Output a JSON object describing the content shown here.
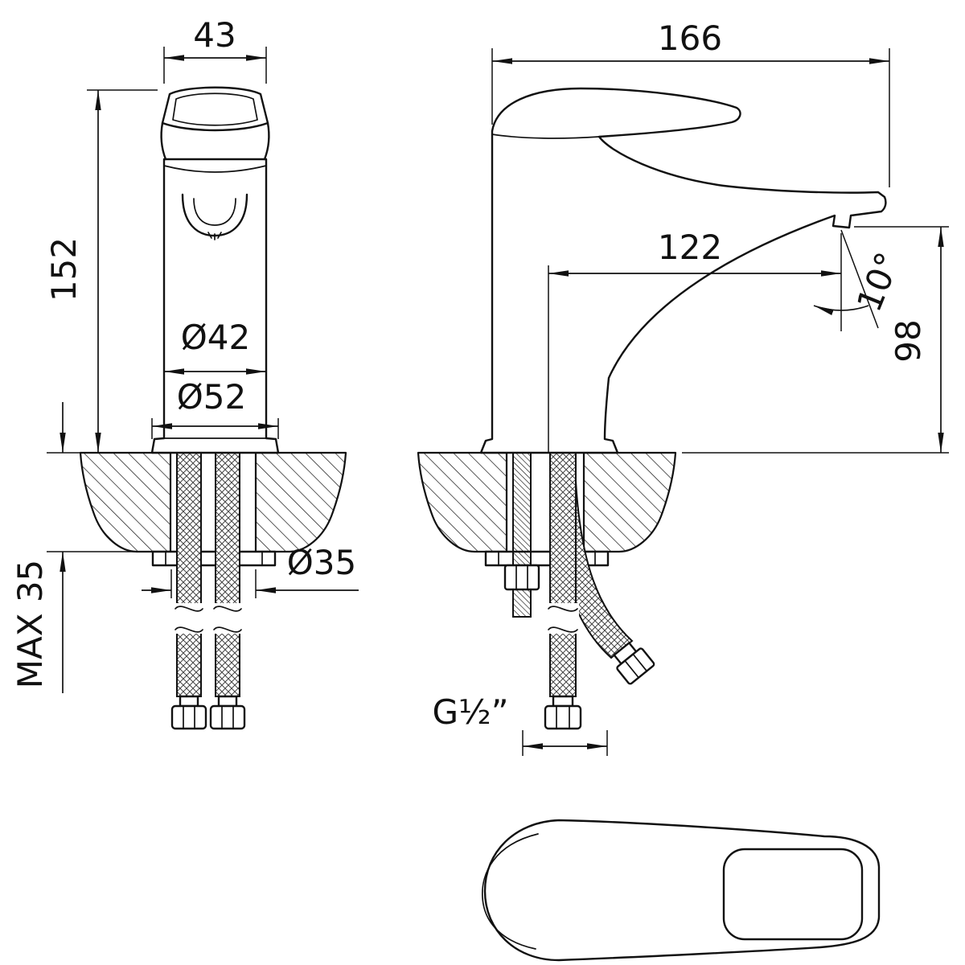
{
  "drawing": {
    "subject": "single-lever basin faucet technical drawing",
    "line_color": "#111111",
    "background": "#ffffff"
  },
  "dims": {
    "handle_width": "43",
    "height": "152",
    "body_diameter": "Ø42",
    "base_diameter": "Ø52",
    "hole_diameter": "Ø35",
    "deck_max_thickness": "MAX 35",
    "depth": "166",
    "spout_reach": "122",
    "stream_angle": "10°",
    "outlet_height": "98",
    "connection_thread": "G½”"
  }
}
